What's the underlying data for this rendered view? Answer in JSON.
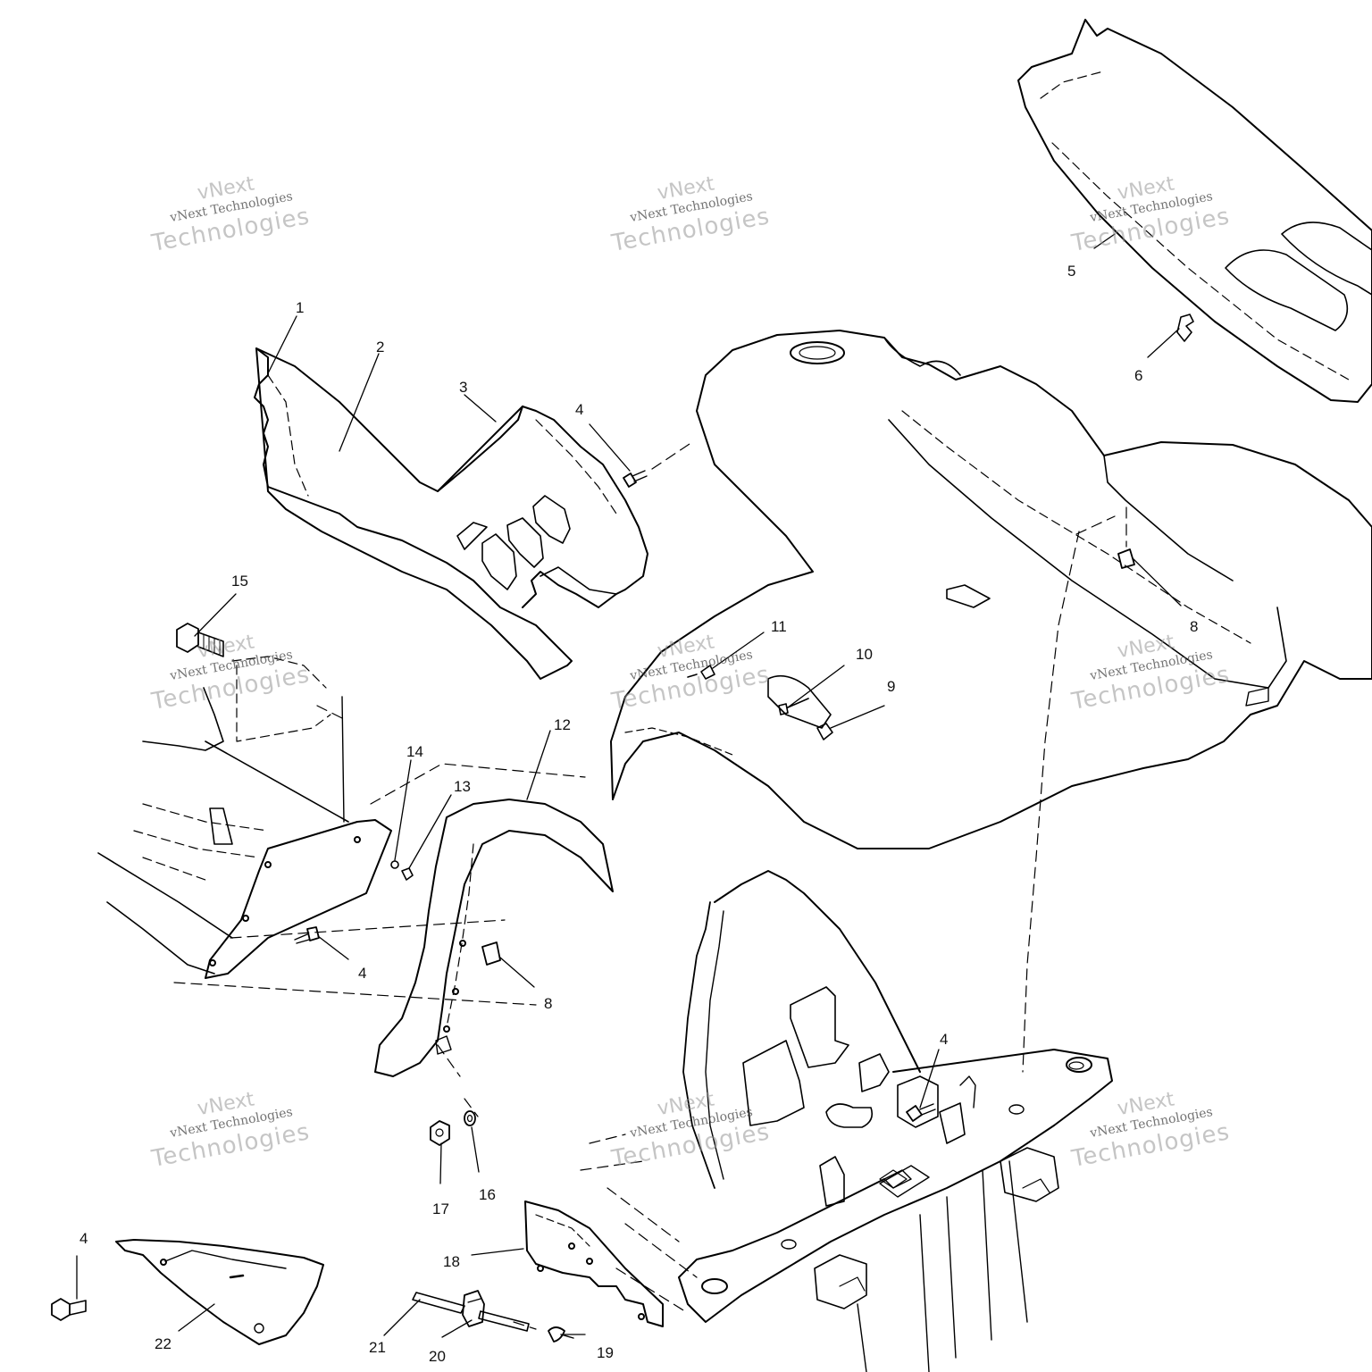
{
  "diagram": {
    "callouts": [
      {
        "id": "c1",
        "text": "1"
      },
      {
        "id": "c2",
        "text": "2"
      },
      {
        "id": "c3",
        "text": "3"
      },
      {
        "id": "c4a",
        "text": "4"
      },
      {
        "id": "c5",
        "text": "5"
      },
      {
        "id": "c6",
        "text": "6"
      },
      {
        "id": "c8a",
        "text": "8"
      },
      {
        "id": "c9",
        "text": "9"
      },
      {
        "id": "c10",
        "text": "10"
      },
      {
        "id": "c11",
        "text": "11"
      },
      {
        "id": "c12",
        "text": "12"
      },
      {
        "id": "c13",
        "text": "13"
      },
      {
        "id": "c14",
        "text": "14"
      },
      {
        "id": "c15",
        "text": "15"
      },
      {
        "id": "c4b",
        "text": "4"
      },
      {
        "id": "c8b",
        "text": "8"
      },
      {
        "id": "c4c",
        "text": "4"
      },
      {
        "id": "c16",
        "text": "16"
      },
      {
        "id": "c17",
        "text": "17"
      },
      {
        "id": "c18",
        "text": "18"
      },
      {
        "id": "c4d",
        "text": "4"
      },
      {
        "id": "c19",
        "text": "19"
      },
      {
        "id": "c20",
        "text": "20"
      },
      {
        "id": "c21",
        "text": "21"
      },
      {
        "id": "c22",
        "text": "22"
      }
    ]
  },
  "watermarks": {
    "small": "vNext Technologies",
    "top": "vNext",
    "bottom": "Technologies"
  }
}
